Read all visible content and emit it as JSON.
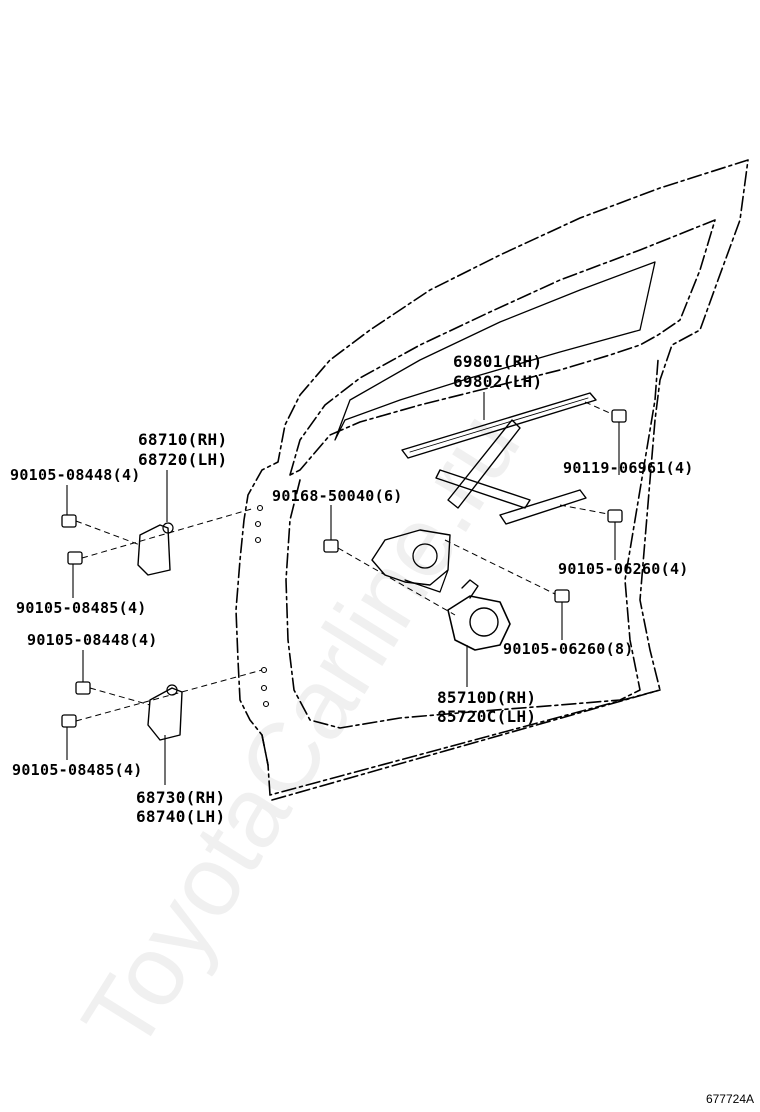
{
  "watermark": "ToyotaCarline.ru",
  "figure_number": "677724A",
  "parts": {
    "regulator_rh": "69801(RH)",
    "regulator_lh": "69802(LH)",
    "bolt_90119": "90119-06961(4)",
    "bolt_90105_06260_4": "90105-06260(4)",
    "bolt_90105_06260_8": "90105-06260(8)",
    "motor_rh": "85710D(RH)",
    "motor_lh": "85720C(LH)",
    "bolt_90168": "90168-50040(6)",
    "upper_hinge_rh": "68710(RH)",
    "upper_hinge_lh": "68720(LH)",
    "upper_bolt_08448": "90105-08448(4)",
    "upper_bolt_08485": "90105-08485(4)",
    "lower_bolt_08448": "90105-08448(4)",
    "lower_bolt_08485": "90105-08485(4)",
    "lower_hinge_rh": "68730(RH)",
    "lower_hinge_lh": "68740(LH)"
  }
}
